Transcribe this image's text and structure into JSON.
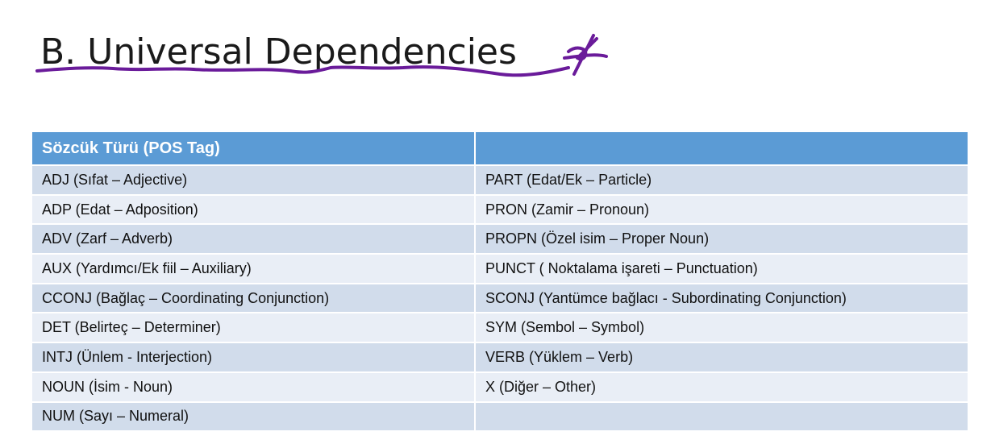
{
  "slide": {
    "title": "B. Universal Dependencies"
  },
  "table": {
    "headers": [
      "Sözcük Türü (POS Tag)",
      ""
    ],
    "rows": [
      [
        "ADJ (Sıfat – Adjective)",
        "PART (Edat/Ek – Particle)"
      ],
      [
        "ADP (Edat – Adposition)",
        "PRON (Zamir – Pronoun)"
      ],
      [
        "ADV (Zarf – Adverb)",
        "PROPN (Özel isim – Proper Noun)"
      ],
      [
        "AUX (Yardımcı/Ek fiil – Auxiliary)",
        "PUNCT ( Noktalama işareti – Punctuation)"
      ],
      [
        "CCONJ (Bağlaç – Coordinating Conjunction)",
        "SCONJ (Yantümce bağlacı - Subordinating Conjunction)"
      ],
      [
        "DET (Belirteç – Determiner)",
        "SYM (Sembol – Symbol)"
      ],
      [
        "INTJ (Ünlem - Interjection)",
        "VERB (Yüklem – Verb)"
      ],
      [
        "NOUN (İsim - Noun)",
        "X (Diğer – Other)"
      ],
      [
        "NUM (Sayı – Numeral)",
        ""
      ]
    ]
  },
  "colors": {
    "header_bg": "#5b9bd5",
    "row_odd_bg": "#d1dceb",
    "row_even_bg": "#e9eef6",
    "annotation_ink": "#6a1b9a"
  }
}
